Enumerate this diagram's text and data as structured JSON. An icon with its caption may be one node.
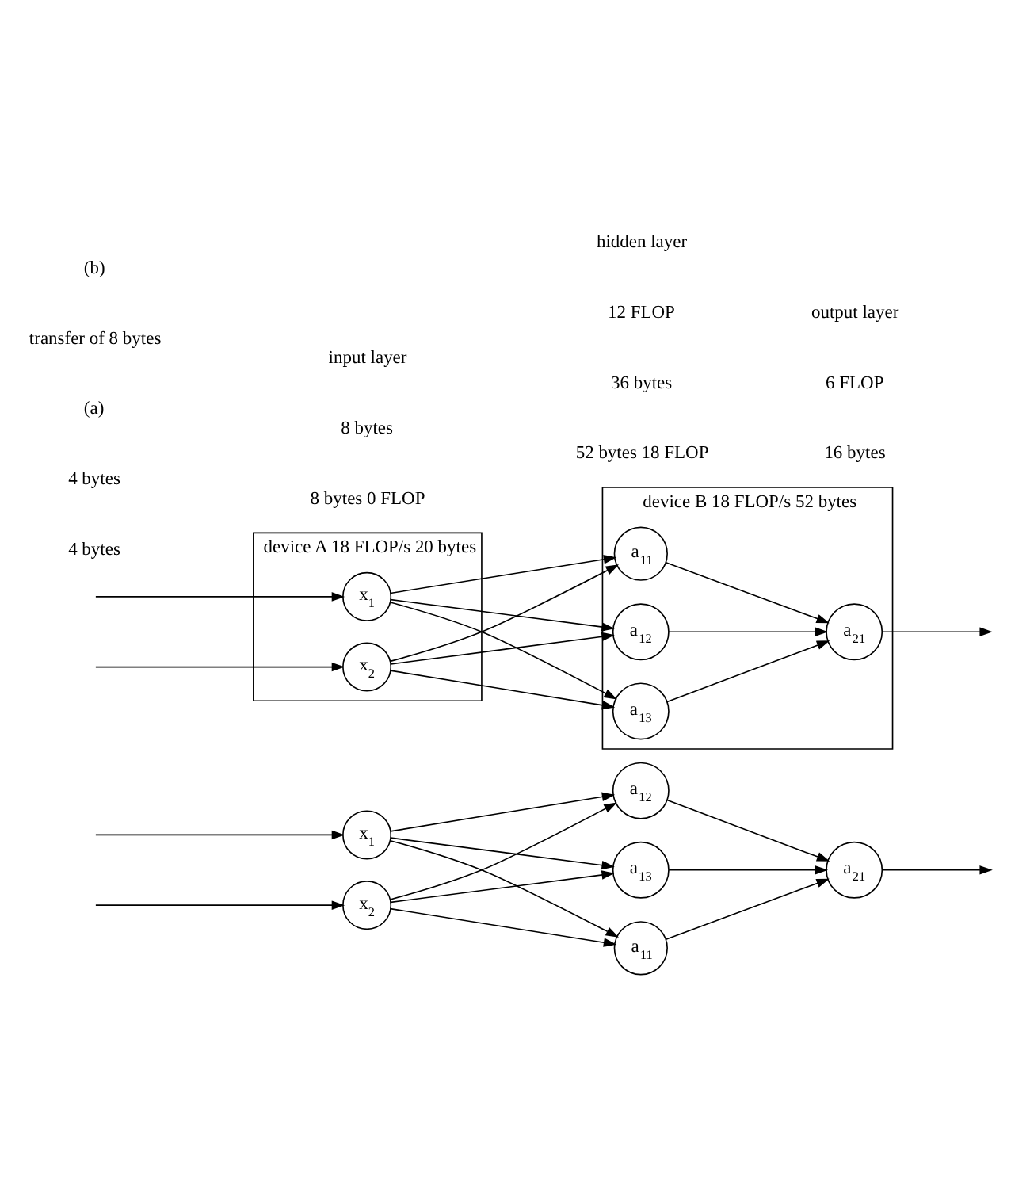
{
  "diagram": {
    "nodes": [
      {
        "text": [
          "x$_{1}$"
        ]
      },
      {
        "text": [
          "x$_{2}$"
        ]
      },
      {
        "text": [
          "a$_{11}$"
        ]
      },
      {
        "text": [
          "a$_{12}$"
        ]
      },
      {
        "text": [
          "a$_{13}$"
        ]
      },
      {
        "text": [
          "a$_{21}$"
        ]
      },
      {
        "text": [
          "device A 18 FLOP/s 20 bytes"
        ],
        "beside": [
          "8 bytes 0 FLOP"
        ]
      },
      {
        "text": [
          "x$_{1}$"
        ],
        "in": 6
      },
      {
        "text": [
          "x$_{2}$"
        ],
        "in": 6
      },
      {
        "text": [
          "device B 18 FLOP/s 52 bytes"
        ],
        "beside": [
          "52 bytes 18 FLOP"
        ]
      },
      {
        "text": [
          "a$_{11}$"
        ],
        "in": 9
      },
      {
        "text": [
          "a$_{12}$"
        ],
        "in": 9
      },
      {
        "text": [
          "a$_{13}$"
        ],
        "in": 9
      },
      {
        "text": [
          "a$_{21}$"
        ],
        "in": 9
      }
    ],
    "edges": [
      {
        "from": null,
        "to": 0,
        "arrow": "to"
      },
      {
        "from": null,
        "to": 1,
        "arrow": "to"
      },
      {
        "from": 0,
        "to": 2,
        "arrow": "to"
      },
      {
        "from": 0,
        "to": 3,
        "arrow": "to"
      },
      {
        "from": 0,
        "to": 4,
        "arrow": "to"
      },
      {
        "from": 1,
        "to": 2,
        "arrow": "to"
      },
      {
        "from": 1,
        "to": 3,
        "arrow": "to"
      },
      {
        "from": 1,
        "to": 4,
        "arrow": "to"
      },
      {
        "from": 2,
        "to": 5,
        "arrow": "to"
      },
      {
        "from": 3,
        "to": 5,
        "arrow": "to"
      },
      {
        "from": 4,
        "to": 5,
        "arrow": "to"
      },
      {
        "from": 5,
        "to": null,
        "arrow": "to"
      },
      {
        "from": null,
        "to": 7,
        "arrow": "to"
      },
      {
        "from": null,
        "to": 8,
        "arrow": "to"
      },
      {
        "from": 7,
        "to": 10,
        "arrow": "to"
      },
      {
        "from": 7,
        "to": 11,
        "arrow": "to"
      },
      {
        "from": 7,
        "to": 12,
        "arrow": "to"
      },
      {
        "from": 8,
        "to": 10,
        "arrow": "to"
      },
      {
        "from": 8,
        "to": 11,
        "arrow": "to"
      },
      {
        "from": 8,
        "to": 12,
        "arrow": "to"
      },
      {
        "from": 10,
        "to": 13,
        "arrow": "to"
      },
      {
        "from": 11,
        "to": 13,
        "arrow": "to"
      },
      {
        "from": 12,
        "to": 13,
        "arrow": "to"
      },
      {
        "from": 13,
        "to": null,
        "arrow": "to"
      }
    ],
    "labels": [
      "4 bytes",
      "4 bytes",
      "8 bytes",
      "36 bytes",
      "16 bytes",
      "12 FLOP",
      "6 FLOP",
      "input layer",
      "hidden layer",
      "output layer",
      "(a)",
      "transfer of 8 bytes",
      "(b)"
    ]
  }
}
